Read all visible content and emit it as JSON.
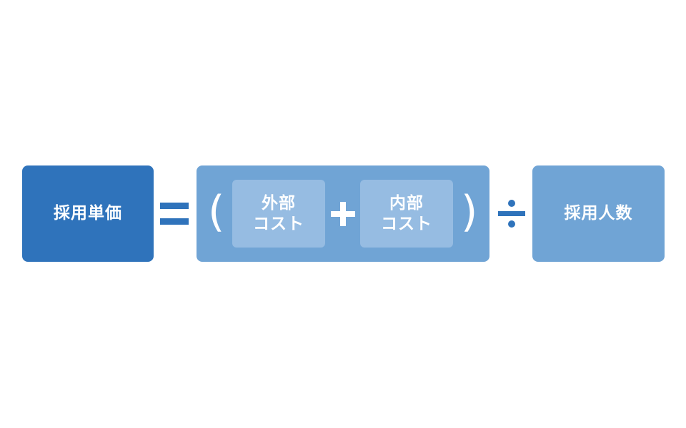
{
  "formula": {
    "result_label": "採用単価",
    "external_cost_label": "外部\nコスト",
    "internal_cost_label": "内部\nコスト",
    "divisor_label": "採用人数"
  },
  "colors": {
    "dark_blue": "#2f73bb",
    "mid_blue": "#70a4d5",
    "light_blue": "#96bce2",
    "text": "#ffffff"
  }
}
